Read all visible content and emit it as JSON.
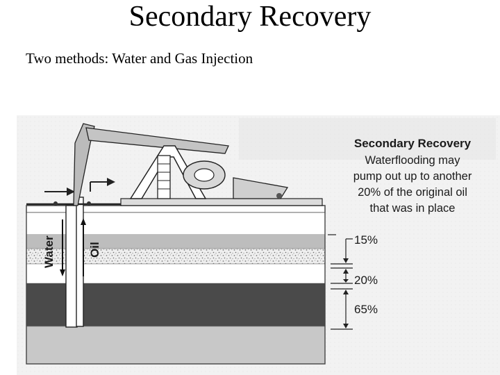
{
  "slide": {
    "title": "Secondary Recovery",
    "subtitle": "Two methods: Water and Gas Injection"
  },
  "figure": {
    "caption_title": "Secondary Recovery",
    "caption_lines": [
      "Waterflooding may",
      "pump out up to another",
      "20% of the original oil",
      "that was in place"
    ],
    "well_labels": {
      "water": "Water",
      "oil": "Oil"
    },
    "zone_labels": [
      "15%",
      "20%",
      "65%"
    ]
  }
}
